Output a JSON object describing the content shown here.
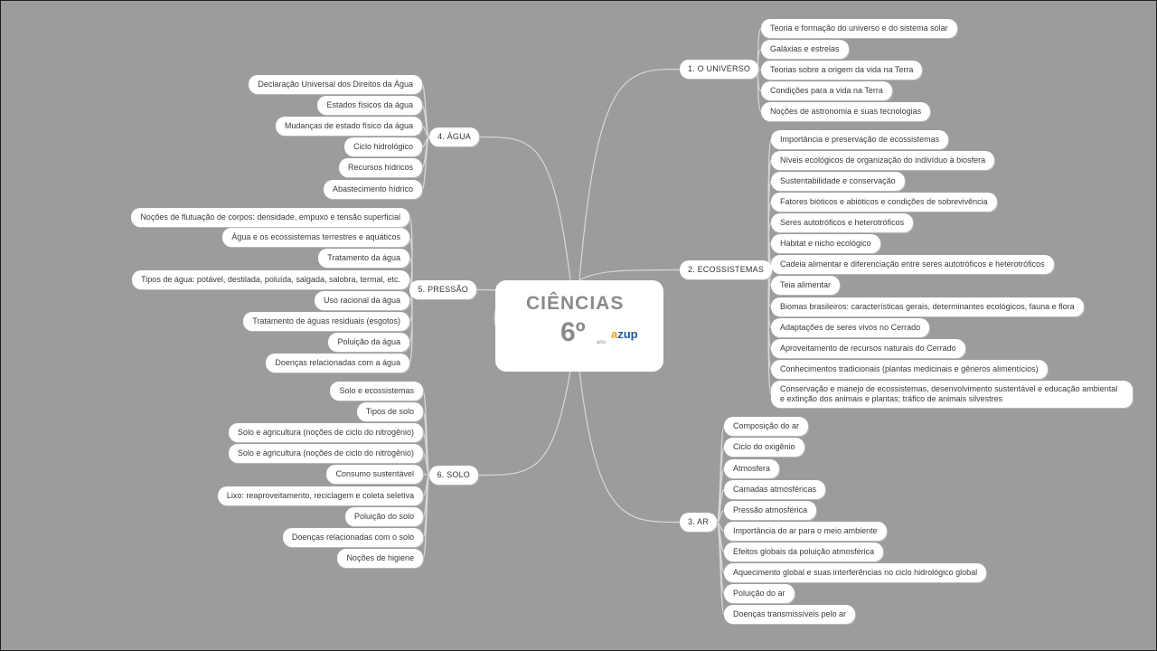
{
  "center": {
    "title": "CIÊNCIAS",
    "grade": "6º",
    "grade_unit": "ano",
    "logo_a": "a",
    "logo_rest": "zup"
  },
  "colors": {
    "background": "#9c9c9c",
    "node": "#ffffff",
    "line": "#d8d8d8",
    "logo_blue": "#1f5aa6",
    "logo_orange": "#f29a1f"
  },
  "branches": [
    {
      "label": "1. O UNIVERSO",
      "side": "right",
      "children": [
        "Teoria e formação do universo e do sistema solar",
        "Galáxias e estrelas",
        "Teorias sobre a origem da vida na Terra",
        "Condições para a vida na Terra",
        "Noções de astronomia e suas tecnologias"
      ]
    },
    {
      "label": "2. ECOSSISTEMAS",
      "side": "right",
      "children": [
        "Importância e preservação de ecossistemas",
        "Níveis ecológicos de organização do indivíduo à biosfera",
        "Sustentabilidade e conservação",
        "Fatores bióticos e abióticos e condições de sobrevivência",
        "Seres autotróficos e heterotróficos",
        "Habitat e nicho ecológico",
        "Cadeia alimentar e diferenciação entre seres autotróficos e heterotróficos",
        "Teia alimentar",
        "Biomas brasileiros: características gerais, determinantes ecológicos, fauna e flora",
        "Adaptações de seres vivos no Cerrado",
        "Aproveitamento de recursos naturais do Cerrado",
        "Conhecimentos tradicionais (plantas medicinais e gêneros alimentícios)",
        "Conservação e manejo de ecossistemas, desenvolvimento sustentável e educação ambiental e extinção dos animais e plantas; tráfico de animais silvestres"
      ]
    },
    {
      "label": "3. AR",
      "side": "right",
      "children": [
        "Composição do ar",
        "Ciclo do oxigênio",
        "Atmosfera",
        "Camadas atmosféricas",
        "Pressão atmosférica",
        "Importância do ar para o meio ambiente",
        "Efeitos globais da poluição atmosférica",
        "Aquecimento global e suas interferências no ciclo hidrológico global",
        "Poluição do ar",
        "Doenças transmissíveis pelo ar"
      ]
    },
    {
      "label": "4. ÁGUA",
      "side": "left",
      "children": [
        "Declaração Universal dos Direitos da Água",
        "Estados físicos da água",
        "Mudanças de estado físico da água",
        "Ciclo hidrológico",
        "Recursos hídricos",
        "Abastecimento hídrico"
      ]
    },
    {
      "label": "5. PRESSÃO",
      "side": "left",
      "children": [
        "Noções de flutuação de corpos: densidade, empuxo e tensão superficial",
        "Água e os ecossistemas terrestres e aquáticos",
        "Tratamento da água",
        "Tipos de água: potável, destilada, poluída, salgada, salobra, termal, etc.",
        "Uso racional da água",
        "Tratamento de águas residuais (esgotos)",
        "Poluição da água",
        "Doenças relacionadas com a água"
      ]
    },
    {
      "label": "6. SOLO",
      "side": "left",
      "children": [
        "Solo e ecossistemas",
        "Tipos de solo",
        "Solo e agricultura (noções de ciclo do nitrogênio)",
        "Solo e agricultura (noções de ciclo do nitrogênio)",
        "Consumo sustentável",
        "Lixo: reaproveitamento, reciclagem e coleta seletiva",
        "Poluição do solo",
        "Doenças relacionadas com o solo",
        "Noções de higiene"
      ]
    }
  ]
}
